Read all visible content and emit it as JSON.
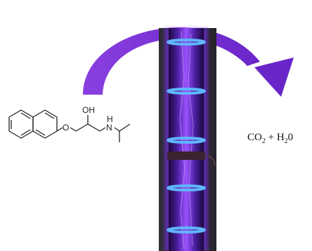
{
  "scene": {
    "molecule": {
      "name_text": "",
      "labels": {
        "hydroxyl": "OH",
        "ether_oxygen": "O",
        "amine": "H",
        "amine_n": "N"
      }
    },
    "arrow": {
      "color": "#7a2fd6",
      "direction": "left-to-right"
    },
    "reactor": {
      "glow_color": "#8b3cff",
      "ring_color": "#5fb6ff"
    },
    "product": {
      "co2_main": "CO",
      "co2_sub": "2",
      "plus": " + ",
      "h2o_main": "H",
      "h2o_sub": "2",
      "h2o_end": "0"
    }
  }
}
